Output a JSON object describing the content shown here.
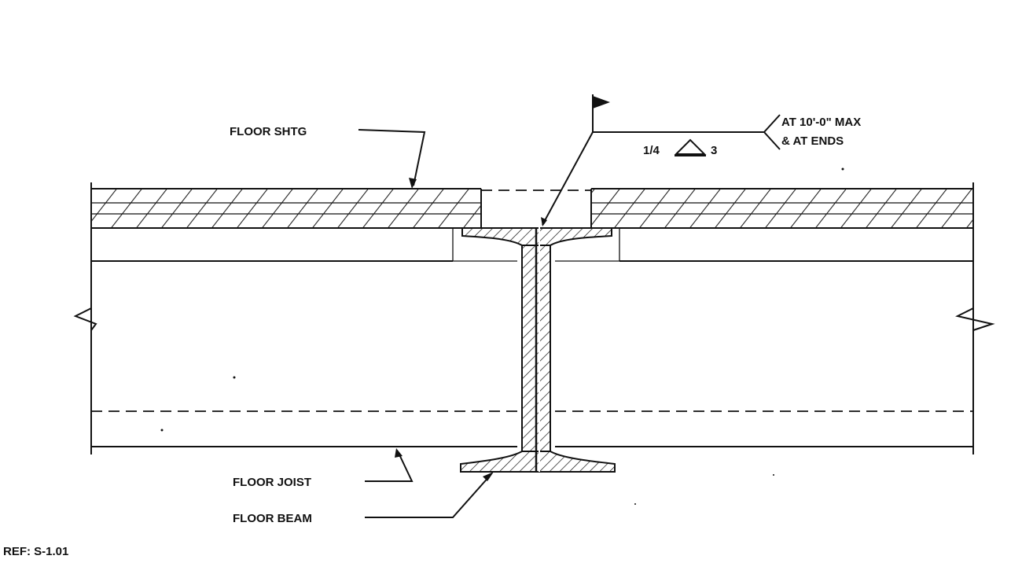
{
  "labels": {
    "floor_sheathing": "FLOOR SHTG",
    "weld_size": "1/4",
    "weld_length": "3",
    "weld_note_line1": "AT 10'-0\" MAX",
    "weld_note_line2": "& AT ENDS",
    "floor_joist": "FLOOR JOIST",
    "floor_beam": "FLOOR BEAM",
    "reference": "REF:  S-1.01"
  }
}
